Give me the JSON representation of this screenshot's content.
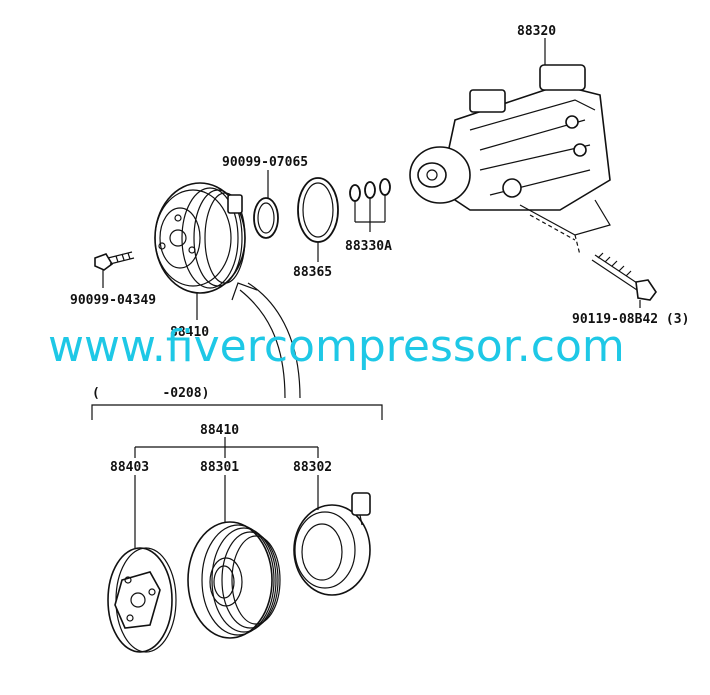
{
  "labels": {
    "p88320": "88320",
    "p90099_07065": "90099-07065",
    "p88330A": "88330A",
    "p88365": "88365",
    "p90099_04349": "90099-04349",
    "p88410_top": "88410",
    "p90119": "90119-08B42 (3)",
    "range": "(        -0208)",
    "p88410_group": "88410",
    "p88403": "88403",
    "p88301": "88301",
    "p88302": "88302"
  },
  "watermark": "www.fivercompressor.com",
  "colors": {
    "watermark": "#1ec8e6",
    "line": "#111111"
  }
}
